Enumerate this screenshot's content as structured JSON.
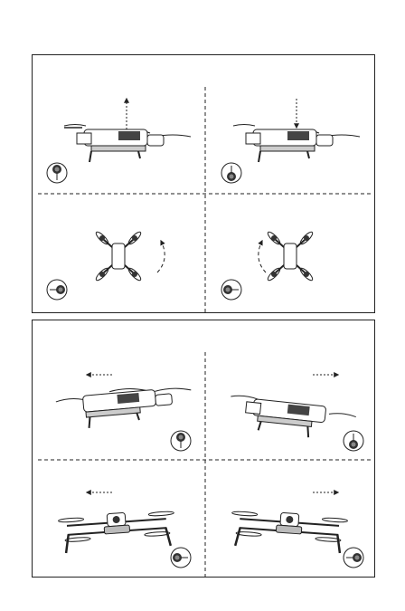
{
  "document": {
    "type": "drone remote-control stick operation diagram",
    "panels": [
      {
        "id": "panel-top",
        "cells": [
          {
            "id": "ascend",
            "drone_view": "side",
            "arrow": "up",
            "stick": "throttle-up"
          },
          {
            "id": "descend",
            "drone_view": "side",
            "arrow": "down",
            "stick": "throttle-down"
          },
          {
            "id": "rotate-right",
            "drone_view": "top",
            "arrow": "clockwise",
            "stick": "yaw-right"
          },
          {
            "id": "rotate-left",
            "drone_view": "top",
            "arrow": "counter-clockwise",
            "stick": "yaw-left"
          }
        ]
      },
      {
        "id": "panel-bottom",
        "cells": [
          {
            "id": "forward",
            "drone_view": "side-tilted",
            "arrow": "left",
            "stick": "pitch-up"
          },
          {
            "id": "backward",
            "drone_view": "side-tilted",
            "arrow": "right",
            "stick": "pitch-down"
          },
          {
            "id": "roll-left",
            "drone_view": "front",
            "arrow": "left",
            "stick": "roll-left"
          },
          {
            "id": "roll-right",
            "drone_view": "front",
            "arrow": "right",
            "stick": "roll-right"
          }
        ]
      }
    ],
    "colors": {
      "line": "#222222",
      "background": "#ffffff"
    }
  }
}
